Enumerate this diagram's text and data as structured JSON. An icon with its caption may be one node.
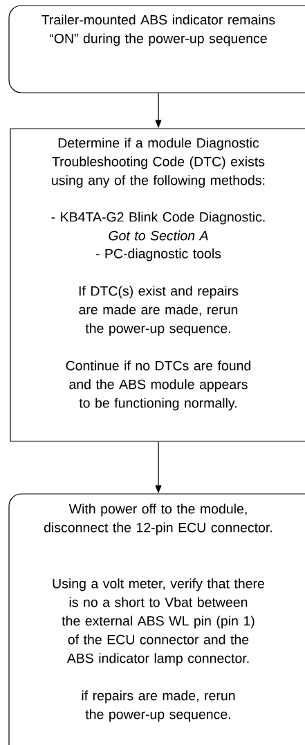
{
  "diagram": {
    "nodes": [
      {
        "text": [
          "Trailer-mounted ABS indicator remains “ON” during the power-up sequence"
        ]
      },
      {
        "text": [
          "Determine if a module Diagnostic Troubleshooting Code (DTC) exists using any of the following methods:",
          "- KB4TA-G2 Blink Code Diagnostic.",
          "Got to Section A",
          "- PC-diagnostic tools",
          "If DTC(s) exist and repairs are made are made, rerun the power-up sequence.",
          "Continue if no DTCs are found and the ABS module appears to be functioning normally."
        ]
      },
      {
        "text": [
          "With power off to the module, disconnect the 12-pin ECU connector.",
          "Using a volt meter, verify that there is no a short to Vbat between the external ABS WL pin (pin 1) of the ECU connector and the ABS indicator lamp connector.",
          "if repairs are made, rerun the power-up sequence."
        ]
      }
    ],
    "edges": [
      {
        "from": 0,
        "to": 1,
        "arrow": "to"
      },
      {
        "from": 1,
        "to": 2,
        "arrow": "to"
      }
    ]
  }
}
